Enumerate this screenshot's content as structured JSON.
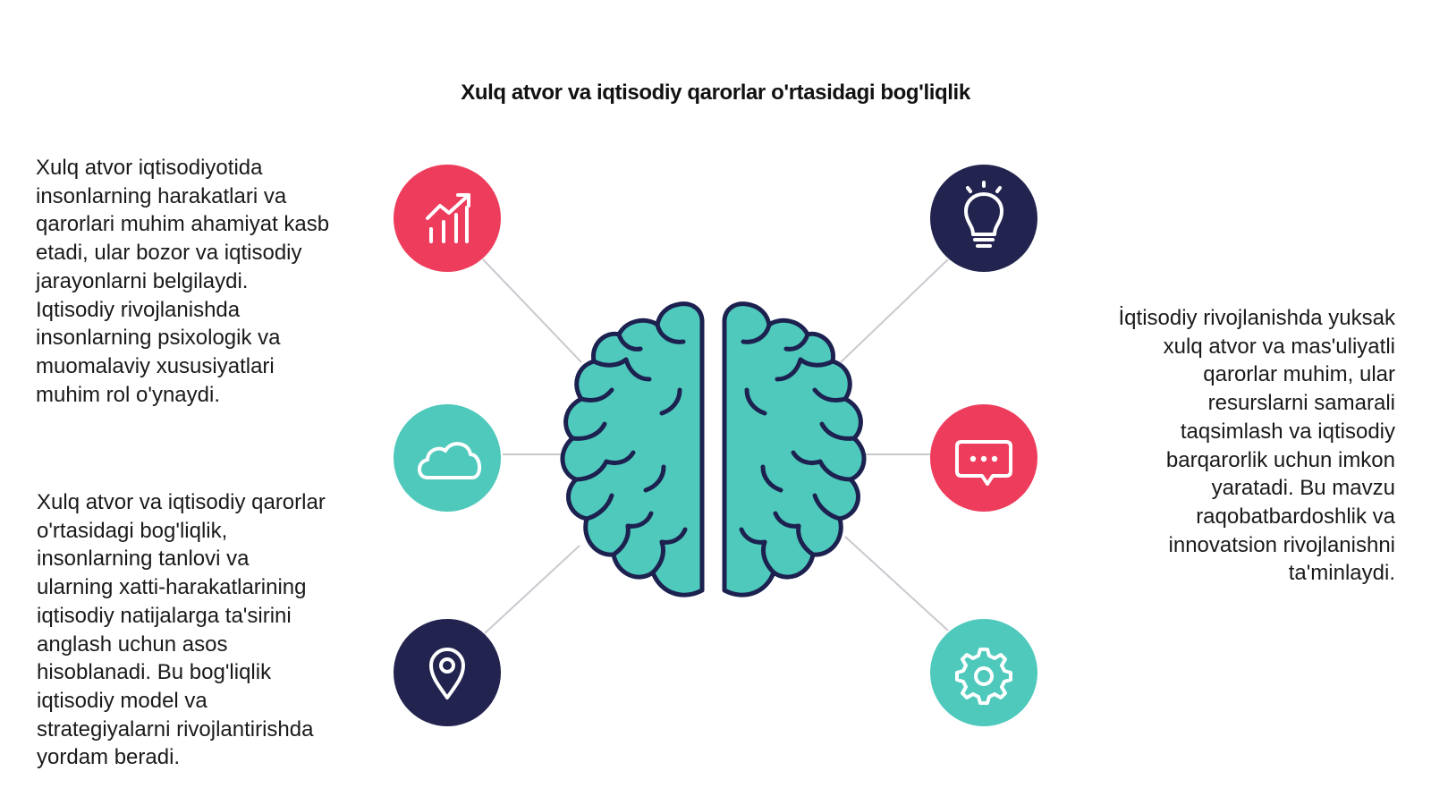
{
  "title": "Xulq atvor va iqtisodiy qarorlar o'rtasidagi bog'liqlik",
  "texts": {
    "top_left": "Xulq atvor iqtisodiyotida\ninsonlarning harakatlari va\nqarorlari muhim ahamiyat kasb\netadi, ular bozor va iqtisodiy\njarayonlarni belgilaydi.\nIqtisodiy rivojlanishda\ninsonlarning psixologik va\nmuomalaviy xususiyatlari\nmuhim rol o'ynaydi.",
    "bottom_left": "Xulq atvor va iqtisodiy qarorlar\no'rtasidagi bog'liqlik,\ninsonlarning tanlovi va\nularning xatti-harakatlarining\niqtisodiy natijalarga ta'sirini\nanglash uchun asos\nhisoblanadi. Bu bog'liqlik\niqtisodiy model va\nstrategiyalarni rivojlantirishda\nyordam beradi.",
    "right": "İqtisodiy rivojlanishda yuksak\nxulq atvor va mas'uliyatli\nqarorlar muhim, ular\nresurslarni samarali\ntaqsimlash va iqtisodiy\nbarqarorlik uchun imkon\nyaratadi. Bu mavzu\nraqobatbardoshlik va\ninnovatsion rivojlanishni\nta'minlaydi."
  },
  "colors": {
    "pink": "#ee3d5c",
    "navy": "#22244f",
    "teal": "#4fc9bc",
    "brain_fill": "#4fc9bc",
    "brain_outline": "#1c2150",
    "connector": "#c9c9cf"
  },
  "nodes": [
    {
      "icon": "growth-chart-icon",
      "color": "pink"
    },
    {
      "icon": "lightbulb-icon",
      "color": "navy"
    },
    {
      "icon": "cloud-icon",
      "color": "teal"
    },
    {
      "icon": "chat-bubble-icon",
      "color": "pink"
    },
    {
      "icon": "location-pin-icon",
      "color": "navy"
    },
    {
      "icon": "gear-icon",
      "color": "teal"
    }
  ]
}
